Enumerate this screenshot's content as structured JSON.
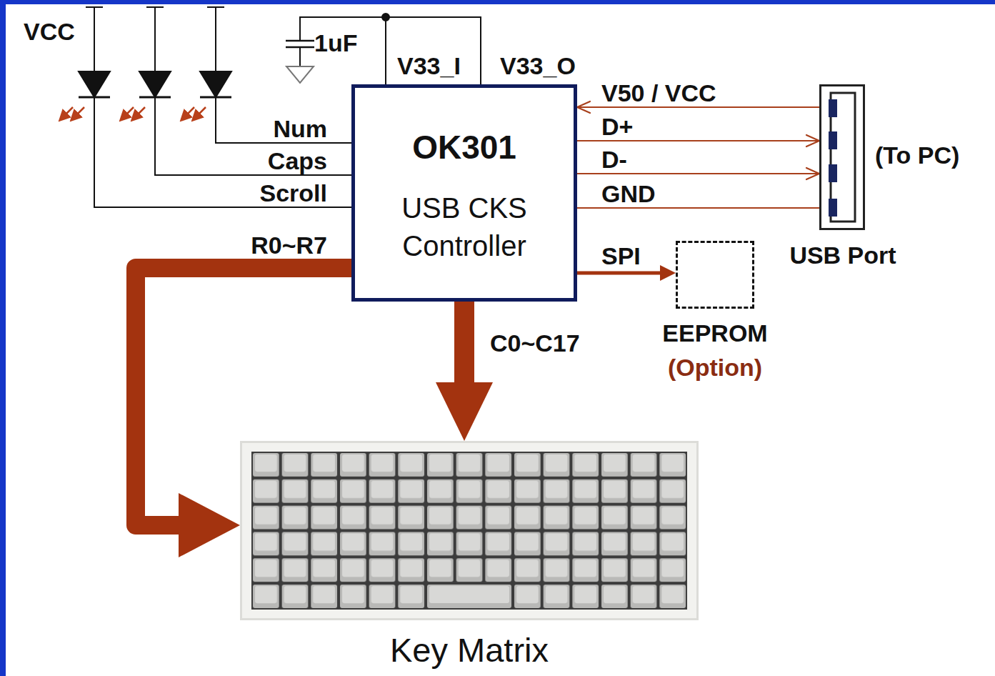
{
  "diagram": {
    "nodes": [
      {
        "text": [
          "OK301",
          "USB CKS Controller"
        ]
      },
      {
        "text": [
          "(To PC)",
          "USB Port"
        ]
      },
      {
        "text": [
          "EEPROM",
          "(Option)"
        ]
      },
      {
        "text": [
          "Key Matrix"
        ]
      }
    ],
    "edges": [
      {
        "from": 1,
        "to": 0,
        "arrow": "to",
        "label": "V50 / VCC"
      },
      {
        "from": 0,
        "to": 1,
        "arrow": "to",
        "label": "D+"
      },
      {
        "from": 0,
        "to": 1,
        "arrow": "to",
        "label": "D-"
      },
      {
        "from": 0,
        "to": 1,
        "arrow": "none",
        "label": "GND"
      },
      {
        "from": 0,
        "to": 2,
        "arrow": "to",
        "label": "SPI"
      },
      {
        "from": 0,
        "to": 3,
        "arrow": "to",
        "label": "R0~R7"
      },
      {
        "from": 0,
        "to": 3,
        "arrow": "to",
        "label": "C0~C17"
      }
    ],
    "labels": [
      "VCC",
      "1uF",
      "V33_I",
      "V33_O",
      "Num",
      "Caps",
      "Scroll"
    ]
  }
}
